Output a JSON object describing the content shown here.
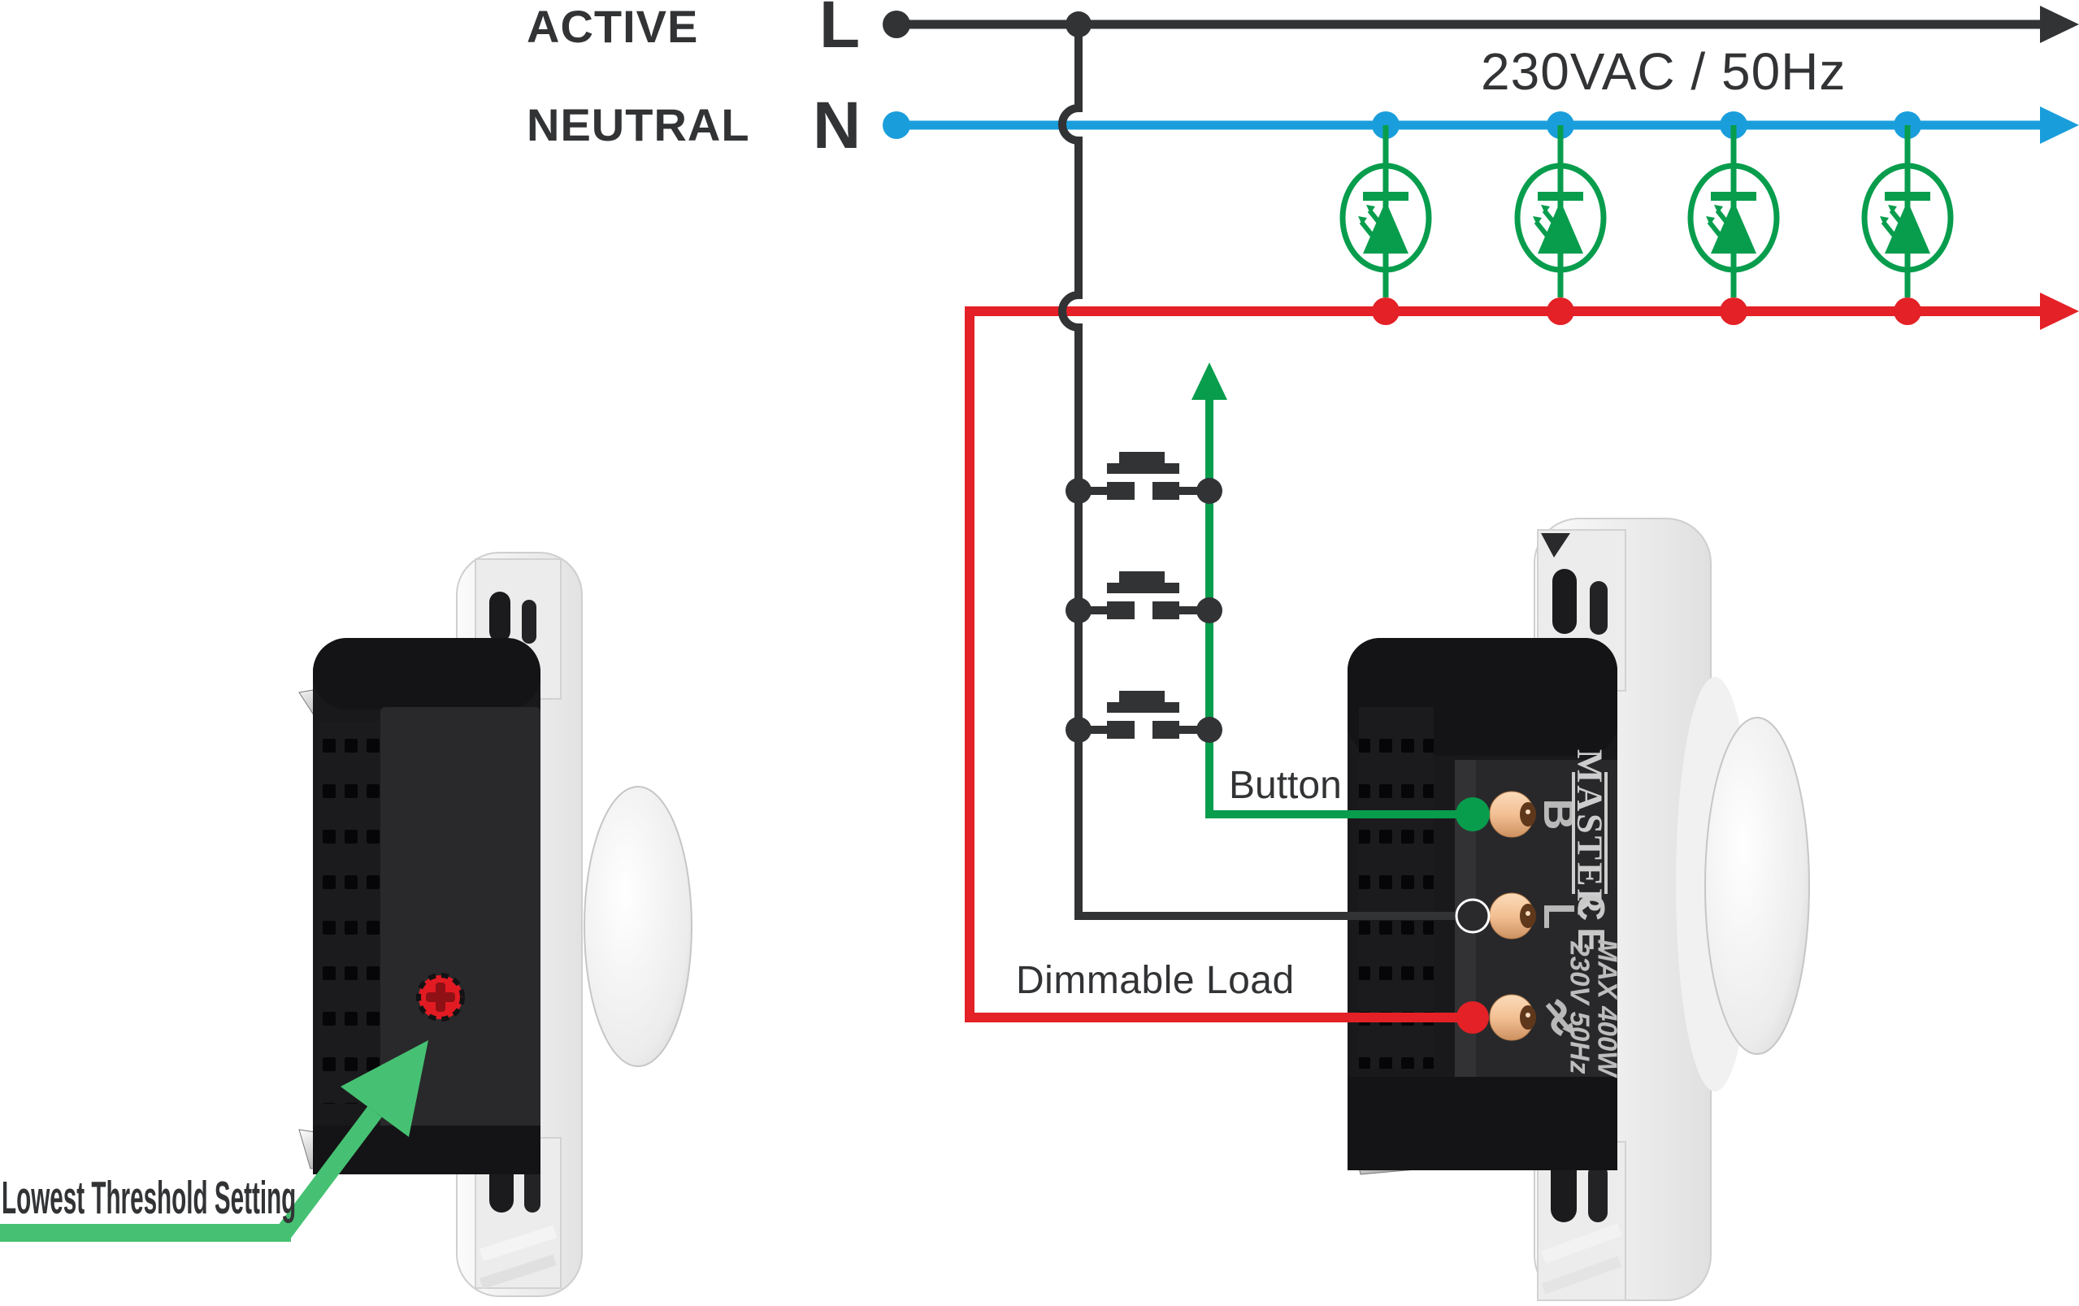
{
  "labels": {
    "active": "ACTIVE",
    "neutral": "NEUTRAL",
    "line_terminal": "L",
    "neutral_terminal": "N",
    "voltage": "230VAC / 50Hz",
    "button": "Button",
    "dimmable_load": "Dimmable Load",
    "lowest_threshold": "Lowest Threshold Setting"
  },
  "device": {
    "brand": "MASTER",
    "ce": "CE",
    "rating_power": "MAX 400W",
    "rating_voltage": "230V 50Hz",
    "terminal_b": "B",
    "terminal_l": "L"
  },
  "colors": {
    "wire_black": "#323335",
    "wire_blue": "#1a9edb",
    "wire_red": "#e32126",
    "wire_green": "#089d4d",
    "annotation_green": "#46c173",
    "trimmer_red": "#e21b23"
  },
  "counts": {
    "led_lamps": 4,
    "push_buttons": 3
  }
}
